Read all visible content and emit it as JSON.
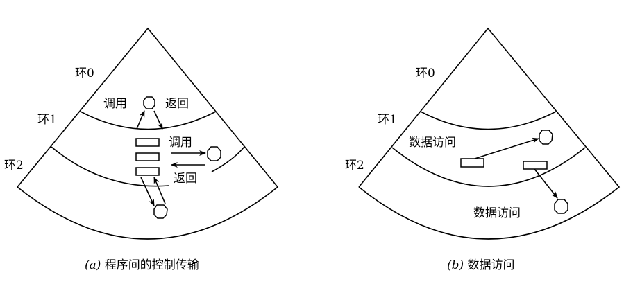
{
  "left": {
    "ring0": "环0",
    "ring1": "环1",
    "ring2": "环2",
    "call_top": "调用",
    "return_top": "返回",
    "call_mid": "调用",
    "return_mid": "返回",
    "caption_tag": "(a)",
    "caption": " 程序间的控制传输"
  },
  "right": {
    "ring0": "环0",
    "ring1": "环1",
    "ring2": "环2",
    "access1": "数据访问",
    "access2": "数据访问",
    "caption_tag": "(b)",
    "caption": " 数据访问"
  }
}
